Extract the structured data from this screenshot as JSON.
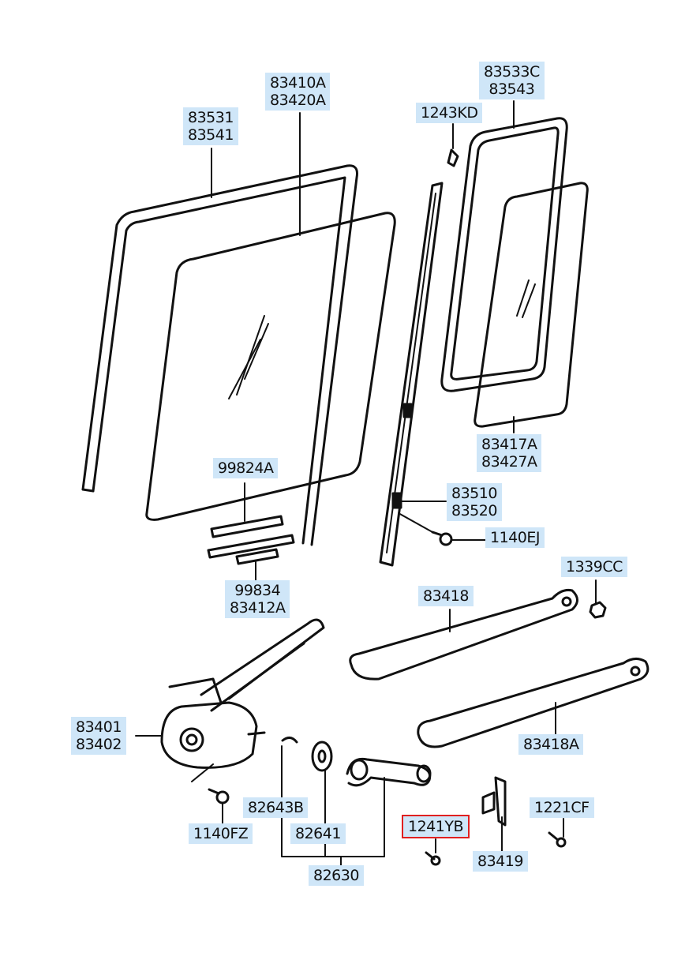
{
  "diagram": {
    "title": "Rear Door Window Glass & Regulator",
    "highlight_color": "#e02020",
    "label_bg": "#cfe6f8",
    "labels": {
      "l83531": [
        "83531",
        "83541"
      ],
      "l83410A": [
        "83410A",
        "83420A"
      ],
      "l1243KD": [
        "1243KD"
      ],
      "l83533C": [
        "83533C",
        "83543"
      ],
      "l83417A": [
        "83417A",
        "83427A"
      ],
      "l99824A": [
        "99824A"
      ],
      "l83510": [
        "83510",
        "83520"
      ],
      "l1140EJ": [
        "1140EJ"
      ],
      "l99834": [
        "99834",
        "83412A"
      ],
      "l1339CC": [
        "1339CC"
      ],
      "l83418": [
        "83418"
      ],
      "l83401": [
        "83401",
        "83402"
      ],
      "l83418A": [
        "83418A"
      ],
      "l82643B": [
        "82643B"
      ],
      "l1140FZ": [
        "1140FZ"
      ],
      "l82641": [
        "82641"
      ],
      "l1241YB": [
        "1241YB"
      ],
      "l1221CF": [
        "1221CF"
      ],
      "l83419": [
        "83419"
      ],
      "l82630": [
        "82630"
      ]
    },
    "highlighted_part": "1241YB"
  }
}
